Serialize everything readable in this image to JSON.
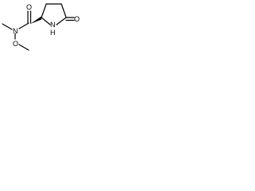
{
  "structure": {
    "atoms": {
      "amide_nitrogen": "N",
      "methoxy_oxygen": "O",
      "carbonyl_oxygen": "O",
      "ring_nitrogen": "N",
      "ring_hydrogen": "H",
      "lactam_oxygen": "O"
    }
  }
}
